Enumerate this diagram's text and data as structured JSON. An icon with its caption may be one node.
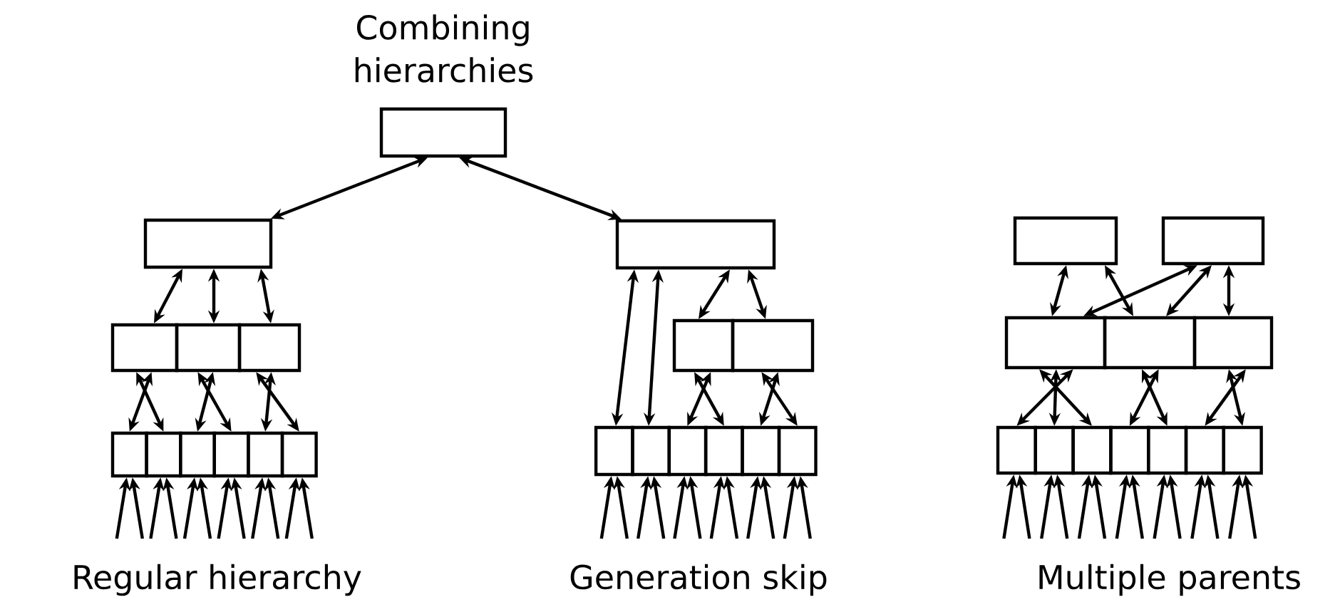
{
  "diagram": {
    "title": "Combining hierarchies",
    "nodes": [
      {
        "text": [],
        "shape": "box"
      },
      {
        "text": [],
        "shape": "box"
      },
      {
        "text": [],
        "shape": "box"
      },
      {
        "text": [],
        "shape": "box"
      },
      {
        "text": [],
        "shape": "box"
      },
      {
        "text": [],
        "shape": "box"
      },
      {
        "text": [],
        "shape": "box"
      },
      {
        "text": [],
        "shape": "box"
      },
      {
        "text": [],
        "shape": "box"
      },
      {
        "text": [],
        "shape": "box"
      },
      {
        "text": [],
        "shape": "box"
      },
      {
        "text": [],
        "shape": "box"
      },
      {
        "text": [],
        "shape": "box"
      },
      {
        "text": [],
        "shape": "box"
      },
      {
        "text": [],
        "shape": "box"
      },
      {
        "text": [],
        "shape": "box"
      },
      {
        "text": [],
        "shape": "box"
      },
      {
        "text": [],
        "shape": "box"
      },
      {
        "text": [],
        "shape": "box"
      },
      {
        "text": [],
        "shape": "box"
      },
      {
        "text": [],
        "shape": "box"
      },
      {
        "text": [],
        "shape": "box"
      },
      {
        "text": [],
        "shape": "box"
      },
      {
        "text": [],
        "shape": "box"
      },
      {
        "text": [],
        "shape": "box"
      },
      {
        "text": [],
        "shape": "box"
      },
      {
        "text": [],
        "shape": "box"
      },
      {
        "text": [],
        "shape": "box"
      },
      {
        "text": [],
        "shape": "box"
      },
      {
        "text": [],
        "shape": "box"
      },
      {
        "text": [],
        "shape": "box"
      },
      {
        "text": [],
        "shape": "box"
      }
    ],
    "edges": [
      {
        "from": 0,
        "to": 1,
        "arrow": "both"
      },
      {
        "from": 0,
        "to": 11,
        "arrow": "both"
      },
      {
        "from": 1,
        "to": 2,
        "arrow": "both"
      },
      {
        "from": 1,
        "to": 3,
        "arrow": "both"
      },
      {
        "from": 1,
        "to": 4,
        "arrow": "both"
      },
      {
        "from": 2,
        "to": 5,
        "arrow": "both"
      },
      {
        "from": 2,
        "to": 6,
        "arrow": "both"
      },
      {
        "from": 3,
        "to": 7,
        "arrow": "both"
      },
      {
        "from": 3,
        "to": 8,
        "arrow": "both"
      },
      {
        "from": 4,
        "to": 9,
        "arrow": "both"
      },
      {
        "from": 4,
        "to": 10,
        "arrow": "both"
      },
      {
        "from": null,
        "to": 5,
        "arrow": "to"
      },
      {
        "from": null,
        "to": 5,
        "arrow": "to"
      },
      {
        "from": null,
        "to": 6,
        "arrow": "to"
      },
      {
        "from": null,
        "to": 6,
        "arrow": "to"
      },
      {
        "from": null,
        "to": 7,
        "arrow": "to"
      },
      {
        "from": null,
        "to": 7,
        "arrow": "to"
      },
      {
        "from": null,
        "to": 8,
        "arrow": "to"
      },
      {
        "from": null,
        "to": 8,
        "arrow": "to"
      },
      {
        "from": null,
        "to": 9,
        "arrow": "to"
      },
      {
        "from": null,
        "to": 9,
        "arrow": "to"
      },
      {
        "from": null,
        "to": 10,
        "arrow": "to"
      },
      {
        "from": null,
        "to": 10,
        "arrow": "to"
      },
      {
        "from": 11,
        "to": 14,
        "arrow": "both"
      },
      {
        "from": 11,
        "to": 15,
        "arrow": "both"
      },
      {
        "from": 11,
        "to": 12,
        "arrow": "both"
      },
      {
        "from": 11,
        "to": 13,
        "arrow": "both"
      },
      {
        "from": 12,
        "to": 16,
        "arrow": "both"
      },
      {
        "from": 12,
        "to": 17,
        "arrow": "both"
      },
      {
        "from": 13,
        "to": 18,
        "arrow": "both"
      },
      {
        "from": 13,
        "to": 19,
        "arrow": "both"
      },
      {
        "from": null,
        "to": 14,
        "arrow": "to"
      },
      {
        "from": null,
        "to": 14,
        "arrow": "to"
      },
      {
        "from": null,
        "to": 15,
        "arrow": "to"
      },
      {
        "from": null,
        "to": 15,
        "arrow": "to"
      },
      {
        "from": null,
        "to": 16,
        "arrow": "to"
      },
      {
        "from": null,
        "to": 16,
        "arrow": "to"
      },
      {
        "from": null,
        "to": 17,
        "arrow": "to"
      },
      {
        "from": null,
        "to": 17,
        "arrow": "to"
      },
      {
        "from": null,
        "to": 18,
        "arrow": "to"
      },
      {
        "from": null,
        "to": 18,
        "arrow": "to"
      },
      {
        "from": null,
        "to": 19,
        "arrow": "to"
      },
      {
        "from": null,
        "to": 19,
        "arrow": "to"
      },
      {
        "from": 20,
        "to": 22,
        "arrow": "both"
      },
      {
        "from": 20,
        "to": 23,
        "arrow": "both"
      },
      {
        "from": 21,
        "to": 22,
        "arrow": "both"
      },
      {
        "from": 21,
        "to": 23,
        "arrow": "both"
      },
      {
        "from": 21,
        "to": 24,
        "arrow": "both"
      },
      {
        "from": 22,
        "to": 25,
        "arrow": "both"
      },
      {
        "from": 22,
        "to": 26,
        "arrow": "both"
      },
      {
        "from": 22,
        "to": 27,
        "arrow": "both"
      },
      {
        "from": 23,
        "to": 28,
        "arrow": "both"
      },
      {
        "from": 23,
        "to": 29,
        "arrow": "both"
      },
      {
        "from": 24,
        "to": 30,
        "arrow": "both"
      },
      {
        "from": 24,
        "to": 31,
        "arrow": "both"
      },
      {
        "from": null,
        "to": 25,
        "arrow": "to"
      },
      {
        "from": null,
        "to": 25,
        "arrow": "to"
      },
      {
        "from": null,
        "to": 26,
        "arrow": "to"
      },
      {
        "from": null,
        "to": 26,
        "arrow": "to"
      },
      {
        "from": null,
        "to": 27,
        "arrow": "to"
      },
      {
        "from": null,
        "to": 27,
        "arrow": "to"
      },
      {
        "from": null,
        "to": 28,
        "arrow": "to"
      },
      {
        "from": null,
        "to": 28,
        "arrow": "to"
      },
      {
        "from": null,
        "to": 29,
        "arrow": "to"
      },
      {
        "from": null,
        "to": 29,
        "arrow": "to"
      },
      {
        "from": null,
        "to": 30,
        "arrow": "to"
      },
      {
        "from": null,
        "to": 30,
        "arrow": "to"
      },
      {
        "from": null,
        "to": 31,
        "arrow": "to"
      },
      {
        "from": null,
        "to": 31,
        "arrow": "to"
      }
    ],
    "labels": [
      "Regular hierarchy",
      "Generation skip",
      "Multiple parents"
    ]
  }
}
